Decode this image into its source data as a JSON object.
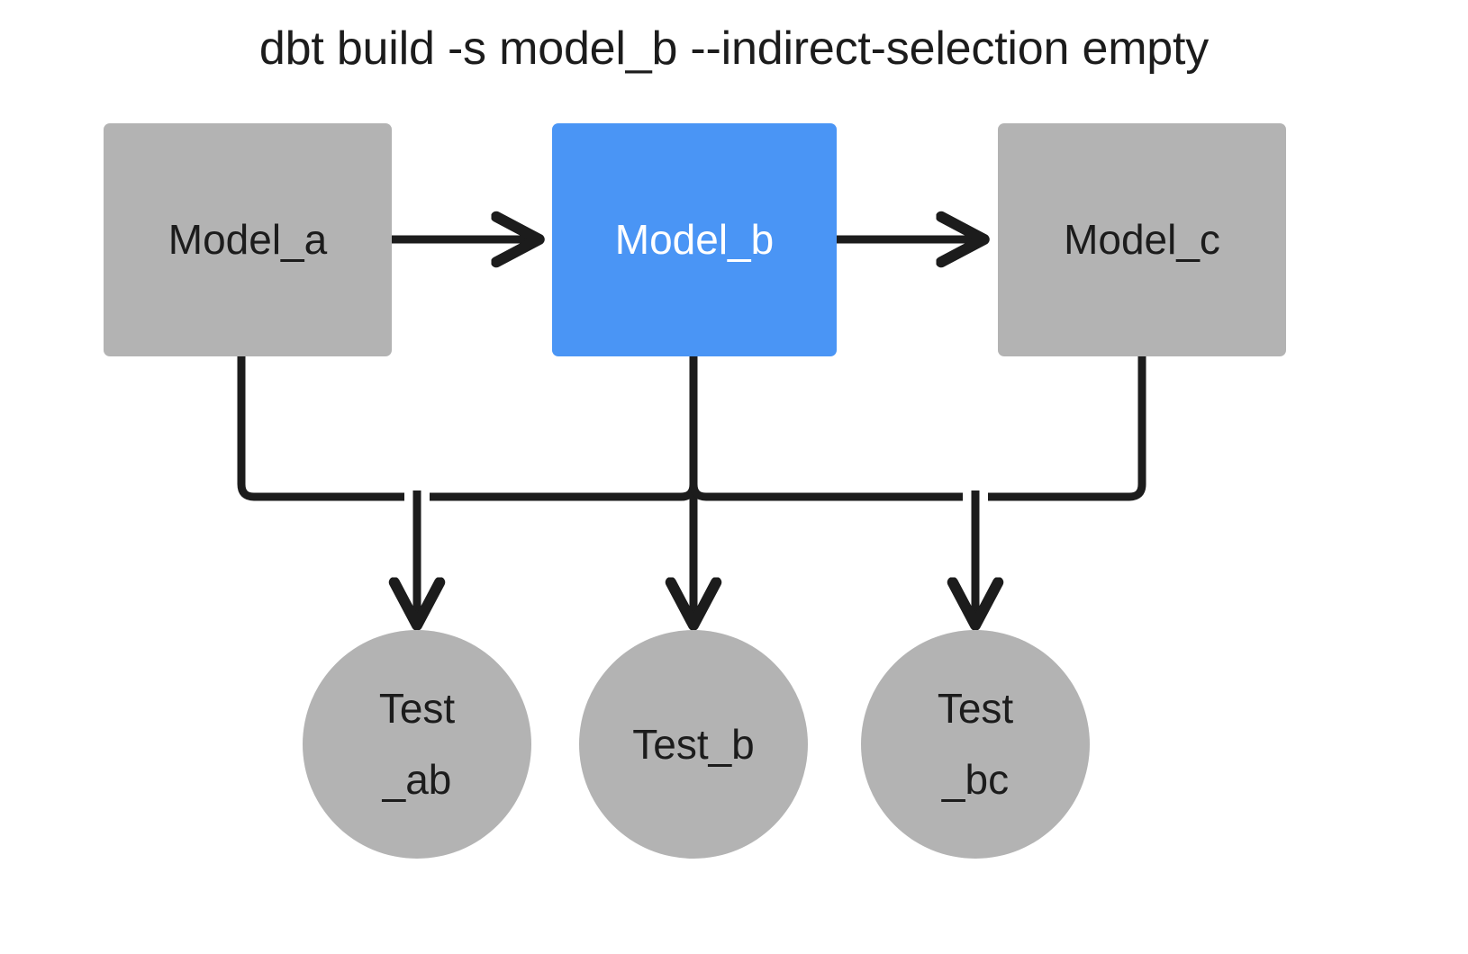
{
  "title": "dbt build -s model_b --indirect-selection empty",
  "colors": {
    "node_gray": "#b3b3b3",
    "node_selected_blue": "#4a95f5",
    "edge_black": "#1c1c1c",
    "text_dark": "#1c1c1c",
    "text_light": "#ffffff",
    "background": "#ffffff"
  },
  "models": [
    {
      "id": "model_a",
      "label": "Model_a",
      "state": "unselected"
    },
    {
      "id": "model_b",
      "label": "Model_b",
      "state": "selected"
    },
    {
      "id": "model_c",
      "label": "Model_c",
      "state": "unselected"
    }
  ],
  "tests": [
    {
      "id": "test_ab",
      "lines": [
        "Test",
        "_ab"
      ],
      "state": "unselected"
    },
    {
      "id": "test_b",
      "lines": [
        "Test_b"
      ],
      "state": "unselected"
    },
    {
      "id": "test_bc",
      "lines": [
        "Test",
        "_bc"
      ],
      "state": "unselected"
    }
  ],
  "edges": [
    {
      "from": "model_a",
      "to": "model_b",
      "kind": "straight-arrow"
    },
    {
      "from": "model_b",
      "to": "model_c",
      "kind": "straight-arrow"
    },
    {
      "from": "model_a",
      "to": "test_ab",
      "kind": "elbow-arrow"
    },
    {
      "from": "model_b",
      "to": "test_ab",
      "kind": "elbow-arrow"
    },
    {
      "from": "model_b",
      "to": "test_b",
      "kind": "straight-arrow"
    },
    {
      "from": "model_b",
      "to": "test_bc",
      "kind": "elbow-arrow"
    },
    {
      "from": "model_c",
      "to": "test_bc",
      "kind": "elbow-arrow"
    }
  ]
}
